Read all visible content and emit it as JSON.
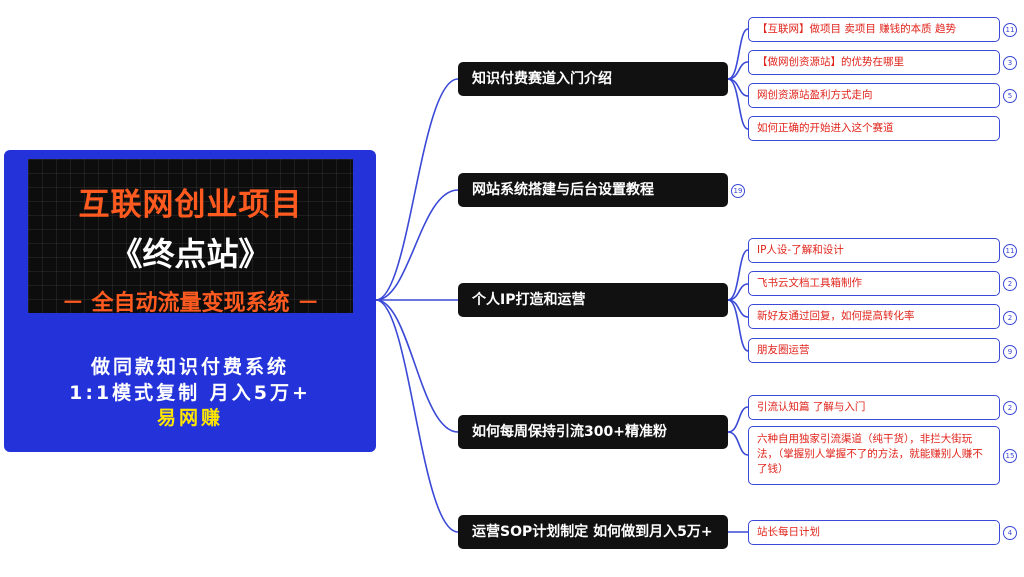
{
  "root": {
    "banner_line1": "互联网创业项目",
    "banner_line2": "《终点站》",
    "banner_line3": "－ 全自动流量变现系统 －",
    "text_line1": "做同款知识付费系统",
    "text_line2": "1:1模式复制 月入5万+",
    "text_line3": "易网赚"
  },
  "branches": [
    {
      "label": "知识付费赛道入门介绍",
      "children": [
        {
          "label": "【互联网】做项目 卖项目 赚钱的本质 趋势",
          "count": "11"
        },
        {
          "label": "【做网创资源站】的优势在哪里",
          "count": "3"
        },
        {
          "label": "网创资源站盈利方式走向",
          "count": "5"
        },
        {
          "label": "如何正确的开始进入这个赛道",
          "count": ""
        }
      ]
    },
    {
      "label": "网站系统搭建与后台设置教程",
      "count": "19",
      "children": []
    },
    {
      "label": "个人IP打造和运营",
      "children": [
        {
          "label": "IP人设-了解和设计",
          "count": "11"
        },
        {
          "label": "飞书云文档工具箱制作",
          "count": "2"
        },
        {
          "label": "新好友通过回复，如何提高转化率",
          "count": "2"
        },
        {
          "label": "朋友圈运营",
          "count": "9"
        }
      ]
    },
    {
      "label": "如何每周保持引流300+精准粉",
      "children": [
        {
          "label": "引流认知篇  了解与入门",
          "count": "2"
        },
        {
          "label": "六种自用独家引流渠道（纯干货），非拦大街玩法，（掌握别人掌握不了的方法，就能赚别人赚不了钱）",
          "count": "15"
        }
      ]
    },
    {
      "label": "运营SOP计划制定 如何做到月入5万+",
      "children": [
        {
          "label": "站长每日计划",
          "count": "4"
        }
      ]
    }
  ],
  "colors": {
    "connector": "#3a49d6",
    "root_bg": "#2332d9",
    "topic_bg": "#111111",
    "subtopic_text": "#e0241b",
    "banner_accent": "#ff5a1f",
    "highlight": "#ffe600"
  }
}
